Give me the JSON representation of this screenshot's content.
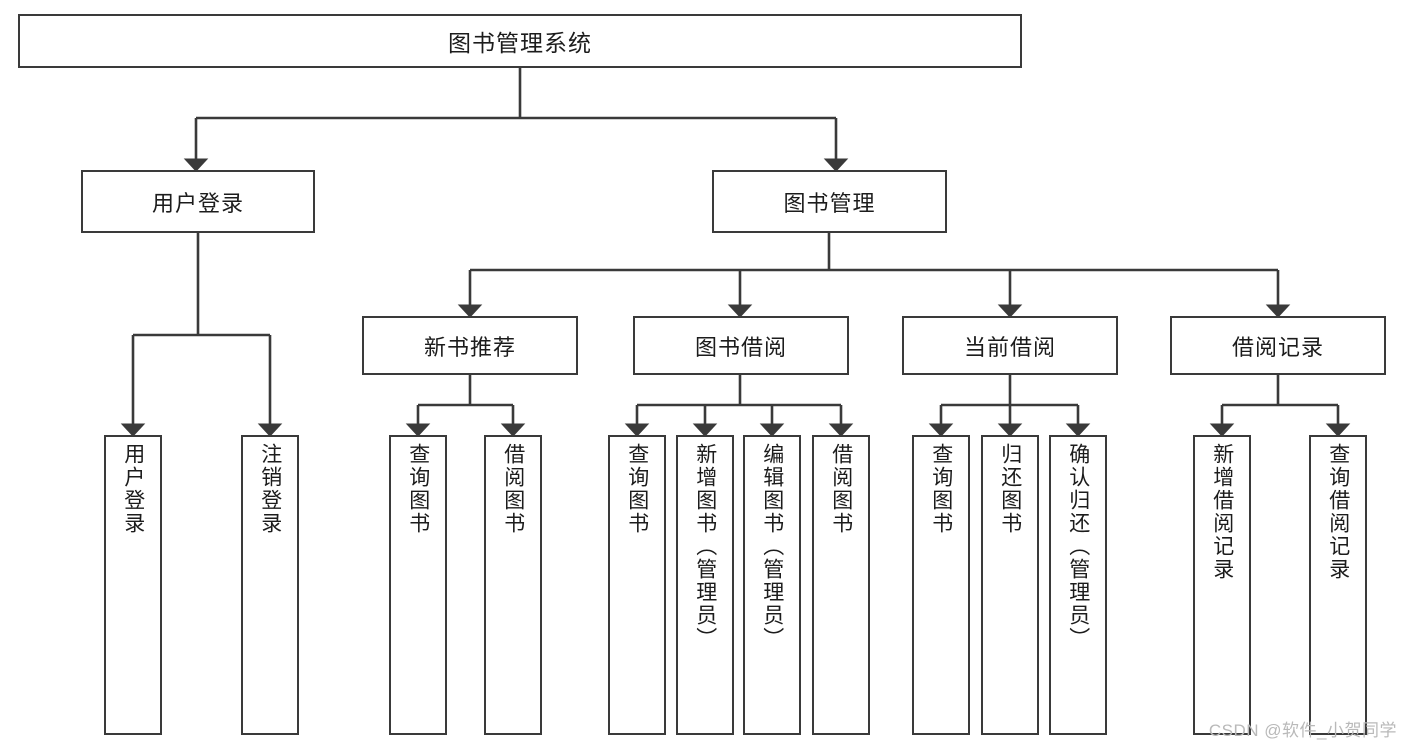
{
  "diagram": {
    "type": "tree-hierarchy",
    "title": "图书管理系统",
    "watermark": "CSDN @软件_小贺同学",
    "colors": {
      "stroke": "#3a3a3a",
      "fill": "#ffffff",
      "text": "#1c1c1c",
      "watermark": "#b9b9b9"
    },
    "nodes": {
      "root": {
        "label": "图书管理系统"
      },
      "level2": [
        {
          "id": "user-login",
          "label": "用户登录"
        },
        {
          "id": "book-management",
          "label": "图书管理"
        }
      ],
      "level3": [
        {
          "id": "new-book-recommend",
          "label": "新书推荐"
        },
        {
          "id": "book-borrow",
          "label": "图书借阅"
        },
        {
          "id": "current-borrow",
          "label": "当前借阅"
        },
        {
          "id": "borrow-record",
          "label": "借阅记录"
        }
      ],
      "leaves": {
        "user-login": [
          {
            "id": "leaf-user-login",
            "label": "用户登录"
          },
          {
            "id": "leaf-user-logout",
            "label": "注销登录"
          }
        ],
        "new-book-recommend": [
          {
            "id": "leaf-query-book-1",
            "label": "查询图书"
          },
          {
            "id": "leaf-borrow-book-1",
            "label": "借阅图书"
          }
        ],
        "book-borrow": [
          {
            "id": "leaf-query-book-2",
            "label": "查询图书"
          },
          {
            "id": "leaf-add-book",
            "label": "新增图书（管理员）"
          },
          {
            "id": "leaf-edit-book",
            "label": "编辑图书（管理员）"
          },
          {
            "id": "leaf-borrow-book-2",
            "label": "借阅图书"
          }
        ],
        "current-borrow": [
          {
            "id": "leaf-query-book-3",
            "label": "查询图书"
          },
          {
            "id": "leaf-return-book",
            "label": "归还图书"
          },
          {
            "id": "leaf-confirm-return",
            "label": "确认归还（管理员）"
          }
        ],
        "borrow-record": [
          {
            "id": "leaf-add-record",
            "label": "新增借阅记录"
          },
          {
            "id": "leaf-query-record",
            "label": "查询借阅记录"
          }
        ]
      }
    },
    "edges": [
      {
        "from": "图书管理系统",
        "to": "用户登录"
      },
      {
        "from": "图书管理系统",
        "to": "图书管理"
      },
      {
        "from": "用户登录",
        "to": "用户登录"
      },
      {
        "from": "用户登录",
        "to": "注销登录"
      },
      {
        "from": "图书管理",
        "to": "新书推荐"
      },
      {
        "from": "图书管理",
        "to": "图书借阅"
      },
      {
        "from": "图书管理",
        "to": "当前借阅"
      },
      {
        "from": "图书管理",
        "to": "借阅记录"
      },
      {
        "from": "新书推荐",
        "to": "查询图书"
      },
      {
        "from": "新书推荐",
        "to": "借阅图书"
      },
      {
        "from": "图书借阅",
        "to": "查询图书"
      },
      {
        "from": "图书借阅",
        "to": "新增图书（管理员）"
      },
      {
        "from": "图书借阅",
        "to": "编辑图书（管理员）"
      },
      {
        "from": "图书借阅",
        "to": "借阅图书"
      },
      {
        "from": "当前借阅",
        "to": "查询图书"
      },
      {
        "from": "当前借阅",
        "to": "归还图书"
      },
      {
        "from": "当前借阅",
        "to": "确认归还（管理员）"
      },
      {
        "from": "借阅记录",
        "to": "新增借阅记录"
      },
      {
        "from": "借阅记录",
        "to": "查询借阅记录"
      }
    ]
  }
}
